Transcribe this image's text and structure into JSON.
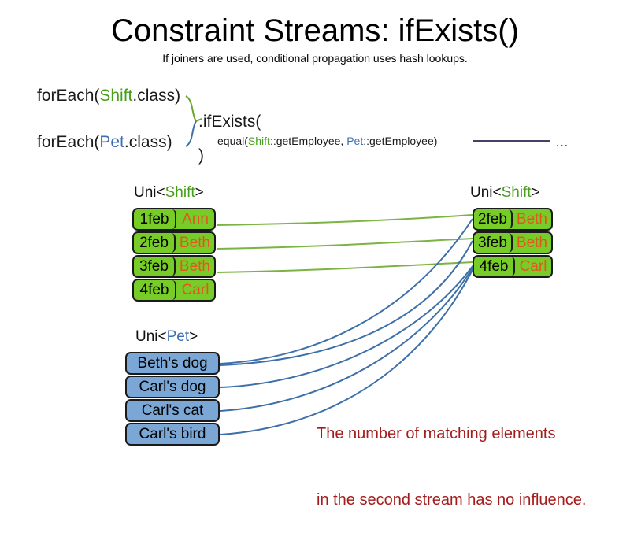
{
  "header": {
    "title": "Constraint Streams: ifExists()",
    "subtitle": "If joiners are used, conditional propagation uses hash lookups."
  },
  "code": {
    "line_shift_prefix": "forEach(",
    "line_shift_type": "Shift",
    "line_shift_suffix": ".class)",
    "line_pet_prefix": "forEach(",
    "line_pet_type": "Pet",
    "line_pet_suffix": ".class)",
    "if_exists": ".ifExists(",
    "equal_prefix": "equal(",
    "equal_shift": "Shift",
    "equal_mid": "::getEmployee, ",
    "equal_pet": "Pet",
    "equal_suffix": "::getEmployee)",
    "close_paren": ")",
    "tail_ellipsis": "…"
  },
  "streams": {
    "left_shift": {
      "label_prefix": "Uni<",
      "label_type": "Shift",
      "label_suffix": ">",
      "rows": [
        {
          "date": "1feb",
          "name": "Ann"
        },
        {
          "date": "2feb",
          "name": "Beth"
        },
        {
          "date": "3feb",
          "name": "Beth"
        },
        {
          "date": "4feb",
          "name": "Carl"
        }
      ]
    },
    "right_shift": {
      "label_prefix": "Uni<",
      "label_type": "Shift",
      "label_suffix": ">",
      "rows": [
        {
          "date": "2feb",
          "name": "Beth"
        },
        {
          "date": "3feb",
          "name": "Beth"
        },
        {
          "date": "4feb",
          "name": "Carl"
        }
      ]
    },
    "pet": {
      "label_prefix": "Uni<",
      "label_type": "Pet",
      "label_suffix": ">",
      "rows": [
        {
          "text": "Beth's dog"
        },
        {
          "text": "Carl's dog"
        },
        {
          "text": "Carl's cat"
        },
        {
          "text": "Carl's bird"
        }
      ]
    }
  },
  "annotation": {
    "line1": "The number of matching elements",
    "line2": "in the second stream has no influence."
  },
  "colors": {
    "shift_green": "#78cc28",
    "pet_blue": "#7ba7d7",
    "name_orange": "#e2571e",
    "token_green": "#45a017",
    "token_blue": "#3c6eb4",
    "wire_green": "#7cb342",
    "wire_blue": "#3d6fa8",
    "note_red": "#a41b1b",
    "joiner_line": "#4a3f6b"
  }
}
